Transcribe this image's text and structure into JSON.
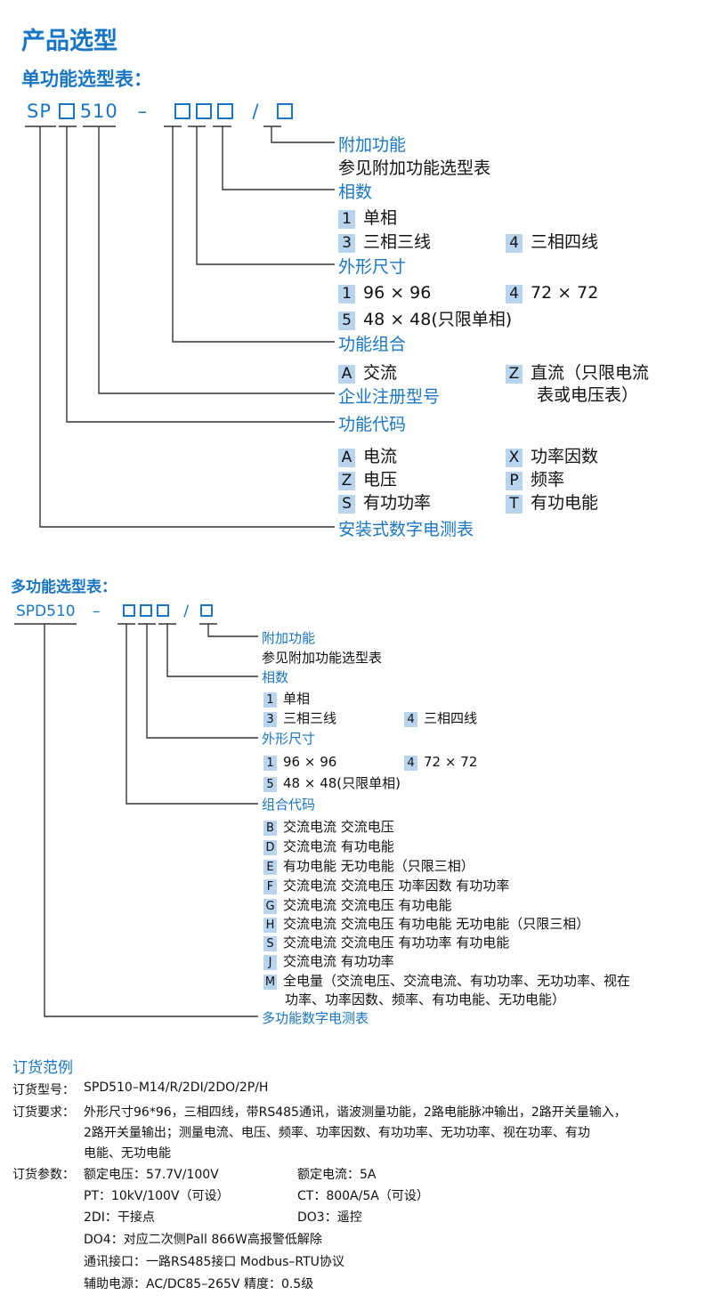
{
  "page_title": "产品选型",
  "single": {
    "title": "单功能选型表：",
    "code_prefix": "SP",
    "code_mid": "510",
    "dash": "–",
    "slash": "/",
    "extra_label": "附加功能",
    "extra_desc": "参见附加功能选型表",
    "phase_label": "相数",
    "phase_items": [
      {
        "key": "1",
        "text": "单相"
      },
      {
        "key": "3",
        "text": "三相三线"
      },
      {
        "key": "4",
        "text": "三相四线"
      }
    ],
    "size_label": "外形尺寸",
    "size_items": [
      {
        "key": "1",
        "text": "96 × 96"
      },
      {
        "key": "4",
        "text": "72 × 72"
      },
      {
        "key": "5",
        "text": "48 × 48(只限单相)"
      }
    ],
    "combo_label": "功能组合",
    "combo_items": [
      {
        "key": "A",
        "text": "交流"
      },
      {
        "key": "Z",
        "text": "直流（只限电流"
      }
    ],
    "combo_note": "表或电压表）",
    "reg_label": "企业注册型号",
    "func_label": "功能代码",
    "func_items": [
      {
        "key": "A",
        "text": "电流"
      },
      {
        "key": "X",
        "text": "功率因数"
      },
      {
        "key": "Z",
        "text": "电压"
      },
      {
        "key": "P",
        "text": "频率"
      },
      {
        "key": "S",
        "text": "有功功率"
      },
      {
        "key": "T",
        "text": "有功电能"
      }
    ],
    "install_label": "安装式数字电测表"
  },
  "multi": {
    "title": "多功能选型表：",
    "code_prefix": "SPD510",
    "dash": "–",
    "slash": "/",
    "extra_label": "附加功能",
    "extra_desc": "参见附加功能选型表",
    "phase_label": "相数",
    "phase_items": [
      {
        "key": "1",
        "text": "单相"
      },
      {
        "key": "3",
        "text": "三相三线"
      },
      {
        "key": "4",
        "text": "三相四线"
      }
    ],
    "size_label": "外形尺寸",
    "size_items": [
      {
        "key": "1",
        "text": "96 × 96"
      },
      {
        "key": "4",
        "text": "72 × 72"
      },
      {
        "key": "5",
        "text": "48 × 48(只限单相)"
      }
    ],
    "combo_label": "组合代码",
    "combo_items": [
      {
        "key": "B",
        "text": "交流电流 交流电压"
      },
      {
        "key": "D",
        "text": "交流电流 有功电能"
      },
      {
        "key": "E",
        "text": "有功电能 无功电能（只限三相）"
      },
      {
        "key": "F",
        "text": "交流电流 交流电压 功率因数 有功功率"
      },
      {
        "key": "G",
        "text": "交流电流 交流电压 有功电能"
      },
      {
        "key": "H",
        "text": "交流电流 交流电压 有功电能 无功电能（只限三相）"
      },
      {
        "key": "S",
        "text": "交流电流 交流电压 有功功率 有功电能"
      },
      {
        "key": "J",
        "text": "交流电流 有功功率"
      },
      {
        "key": "M",
        "text": "全电量（交流电压、交流电流、有功功率、无功功率、视在"
      }
    ],
    "combo_note": "功率、功率因数、频率、有功电能、无功电能）",
    "install_label": "多功能数字电测表"
  },
  "order": {
    "title": "订货范例",
    "model_label": "订货型号：",
    "model_value": "SPD510–M14/R/2DI/2DO/2P/H",
    "req_label": "订货要求：",
    "req_lines": [
      "外形尺寸96*96，三相四线，带RS485通讯，谐波测量功能，2路电能脉冲输出，2路开关量输入，",
      "2路开关量输出；测量电流、电压、频率、功率因数、有功功率、无功功率、视在功率、有功",
      "电能、无功电能"
    ],
    "param_label": "订货参数：",
    "params": {
      "rated_voltage": "额定电压：57.7V/100V",
      "rated_current": "额定电流：5A",
      "pt": "PT：10kV/100V（可设）",
      "ct": "CT：800A/5A（可设）",
      "di": "2DI：干接点",
      "do3": "DO3：遥控",
      "do4": "DO4：对应二次侧Pall 866W高报警低解除",
      "comm": "通讯接口：一路RS485接口   Modbus–RTU协议",
      "aux": "辅助电源：AC/DC85–265V    精度：0.5级"
    }
  }
}
